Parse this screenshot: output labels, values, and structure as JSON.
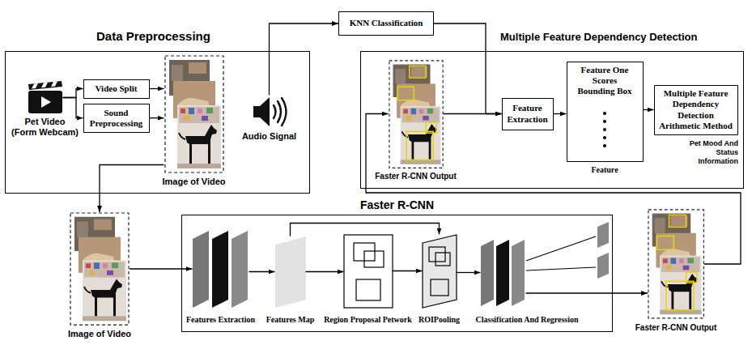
{
  "diagram": {
    "nodes": [
      {
        "text": [
          "Data Preprocessing"
        ]
      },
      {
        "text": [
          "Pet Video (Form Webcam)"
        ],
        "in": 0
      },
      {
        "text": [
          "Video Split"
        ],
        "in": 0
      },
      {
        "text": [
          "Sound Preprocessing"
        ],
        "in": 0
      },
      {
        "text": [
          "Image of Video"
        ],
        "in": 0
      },
      {
        "text": [
          "Audio Signal"
        ],
        "in": 0
      },
      {
        "text": [
          "KNN Classification"
        ]
      },
      {
        "text": [
          "Multiple Feature Dependency Detection"
        ]
      },
      {
        "text": [
          "Faster R-CNN Output"
        ],
        "in": 7
      },
      {
        "text": [
          "Feature Extraction"
        ],
        "in": 7
      },
      {
        "text": [
          "Feature One Scores Bounding Box",
          "Feature"
        ],
        "in": 7
      },
      {
        "text": [
          "Multiple Feature Dependency Detection Arithmetic Method"
        ],
        "in": 7
      },
      {
        "text": [
          "Image of Video"
        ]
      },
      {
        "text": [
          "Faster R-CNN"
        ]
      },
      {
        "text": [
          "Features Extraction"
        ],
        "in": 13
      },
      {
        "text": [
          "Features Map"
        ],
        "in": 13
      },
      {
        "text": [
          "Region Proposal Petwork"
        ],
        "in": 13
      },
      {
        "text": [
          "ROIPooling"
        ],
        "in": 13
      },
      {
        "text": [
          "Classification And Regression"
        ],
        "in": 13
      },
      {
        "text": [
          "Faster R-CNN Output"
        ]
      }
    ],
    "edges": [
      {
        "from": 1,
        "to": 2,
        "arrow": "to"
      },
      {
        "from": 1,
        "to": 3,
        "arrow": "to"
      },
      {
        "from": 2,
        "to": 4,
        "arrow": "to"
      },
      {
        "from": 3,
        "to": 4,
        "arrow": "to"
      },
      {
        "from": 5,
        "to": 6,
        "arrow": "to"
      },
      {
        "from": 6,
        "to": 9,
        "arrow": "to"
      },
      {
        "from": 8,
        "to": 9,
        "arrow": "to"
      },
      {
        "from": 9,
        "to": 10,
        "arrow": "to"
      },
      {
        "from": 10,
        "to": 11,
        "arrow": "to"
      },
      {
        "from": 4,
        "to": 12,
        "arrow": "to"
      },
      {
        "from": 12,
        "to": 14,
        "arrow": "to"
      },
      {
        "from": 14,
        "to": 15,
        "arrow": "to"
      },
      {
        "from": 15,
        "to": 16,
        "arrow": "to"
      },
      {
        "from": 16,
        "to": 17,
        "arrow": "to"
      },
      {
        "from": 15,
        "to": 17,
        "arrow": "to"
      },
      {
        "from": 17,
        "to": 18,
        "arrow": "to"
      },
      {
        "from": 18,
        "to": 19,
        "arrow": "to"
      },
      {
        "from": 19,
        "to": 8,
        "arrow": "to"
      }
    ],
    "labels": [
      "Pet Mood And Status Information"
    ]
  }
}
